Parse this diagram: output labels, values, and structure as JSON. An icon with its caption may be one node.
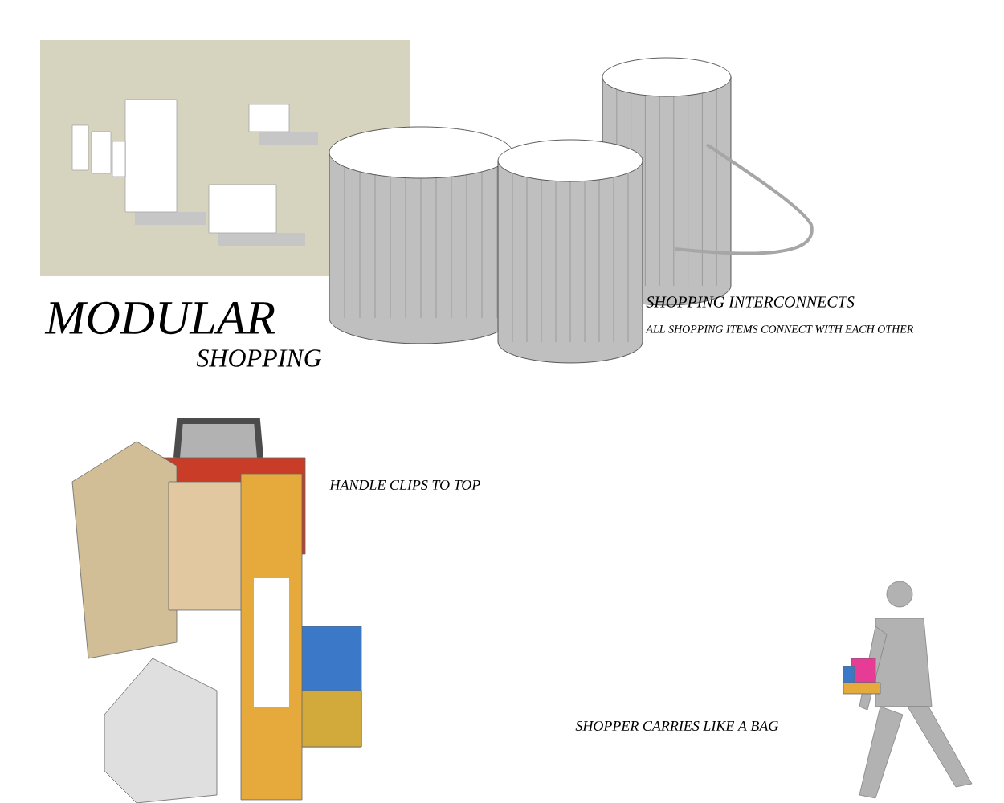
{
  "diagram": {
    "title": "MODULAR",
    "labels": [
      "SHOPPING",
      "SHOPPING INTERCONNECTS",
      "ALL SHOPPING ITEMS CONNECT WITH EACH OTHER",
      "HANDLE CLIPS TO TOP",
      "SHOPPER CARRIES LIKE A BAG"
    ]
  }
}
